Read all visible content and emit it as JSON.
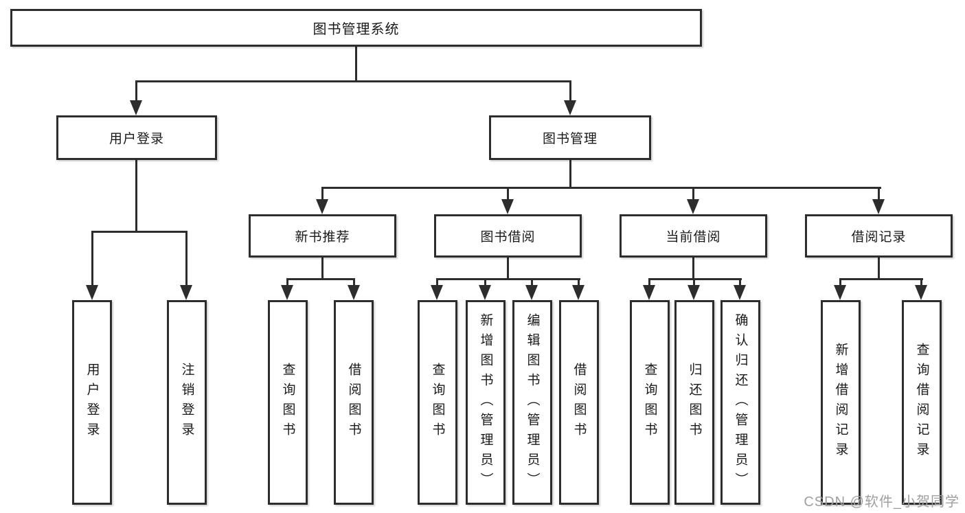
{
  "nodes": {
    "root": "图书管理系统",
    "user_login": "用户登录",
    "book_mgmt": "图书管理",
    "new_book_rec": "新书推荐",
    "book_borrow": "图书借阅",
    "current_borrow": "当前借阅",
    "borrow_record": "借阅记录",
    "ul_user_login": "用户登录",
    "ul_logout": "注销登录",
    "nbr_query_books": "查询图书",
    "nbr_borrow_books": "借阅图书",
    "bb_query_books": "查询图书",
    "bb_add_books": "新增图书（管理员）",
    "bb_edit_books": "编辑图书（管理员）",
    "bb_borrow_books": "借阅图书",
    "cb_query_books": "查询图书",
    "cb_return_books": "归还图书",
    "cb_confirm_return": "确认归还（管理员）",
    "br_add_record": "新增借阅记录",
    "br_query_record": "查询借阅记录"
  },
  "hierarchy": {
    "图书管理系统": [
      "用户登录",
      "图书管理"
    ],
    "用户登录": [
      "用户登录",
      "注销登录"
    ],
    "图书管理": [
      "新书推荐",
      "图书借阅",
      "当前借阅",
      "借阅记录"
    ],
    "新书推荐": [
      "查询图书",
      "借阅图书"
    ],
    "图书借阅": [
      "查询图书",
      "新增图书（管理员）",
      "编辑图书（管理员）",
      "借阅图书"
    ],
    "当前借阅": [
      "查询图书",
      "归还图书",
      "确认归还（管理员）"
    ],
    "借阅记录": [
      "新增借阅记录",
      "查询借阅记录"
    ]
  },
  "watermark": "CSDN @软件_小贺同学",
  "colors": {
    "line": "#2d2d2d",
    "border": "#2d2d2d",
    "text": "#1a1a1a",
    "background": "#ffffff",
    "watermark": "#9f9f9f"
  }
}
